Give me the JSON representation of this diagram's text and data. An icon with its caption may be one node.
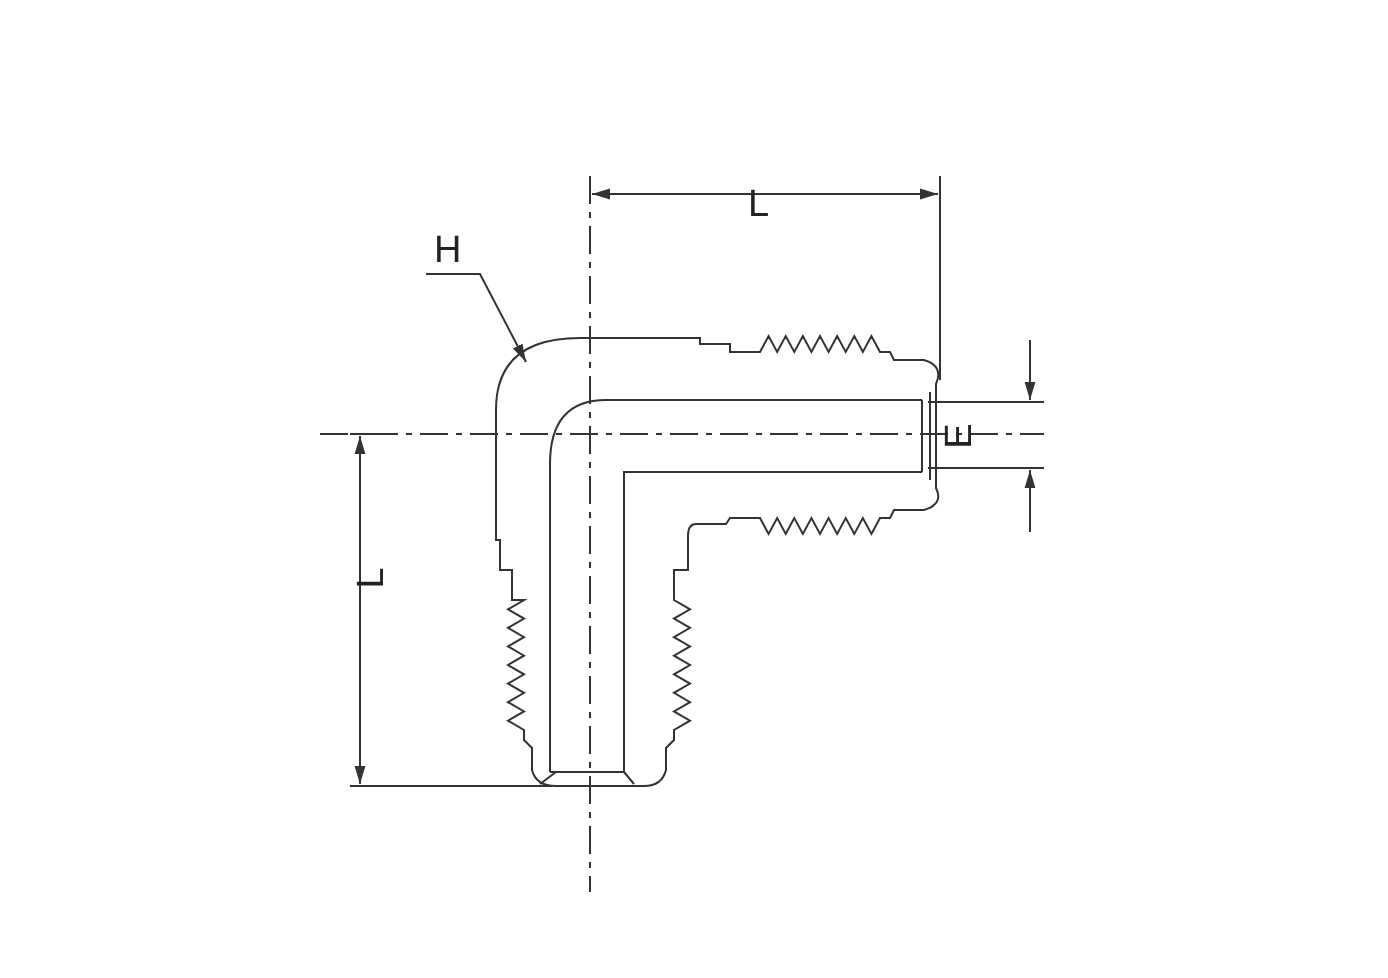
{
  "diagram": {
    "nodes": [
      {
        "text": [
          "H"
        ]
      },
      {
        "text": [],
        "shape": "picture"
      }
    ],
    "edges": [
      {
        "from": 0,
        "to": 1,
        "arrow": "to"
      }
    ],
    "labels": [
      "L",
      "L",
      "E"
    ]
  }
}
